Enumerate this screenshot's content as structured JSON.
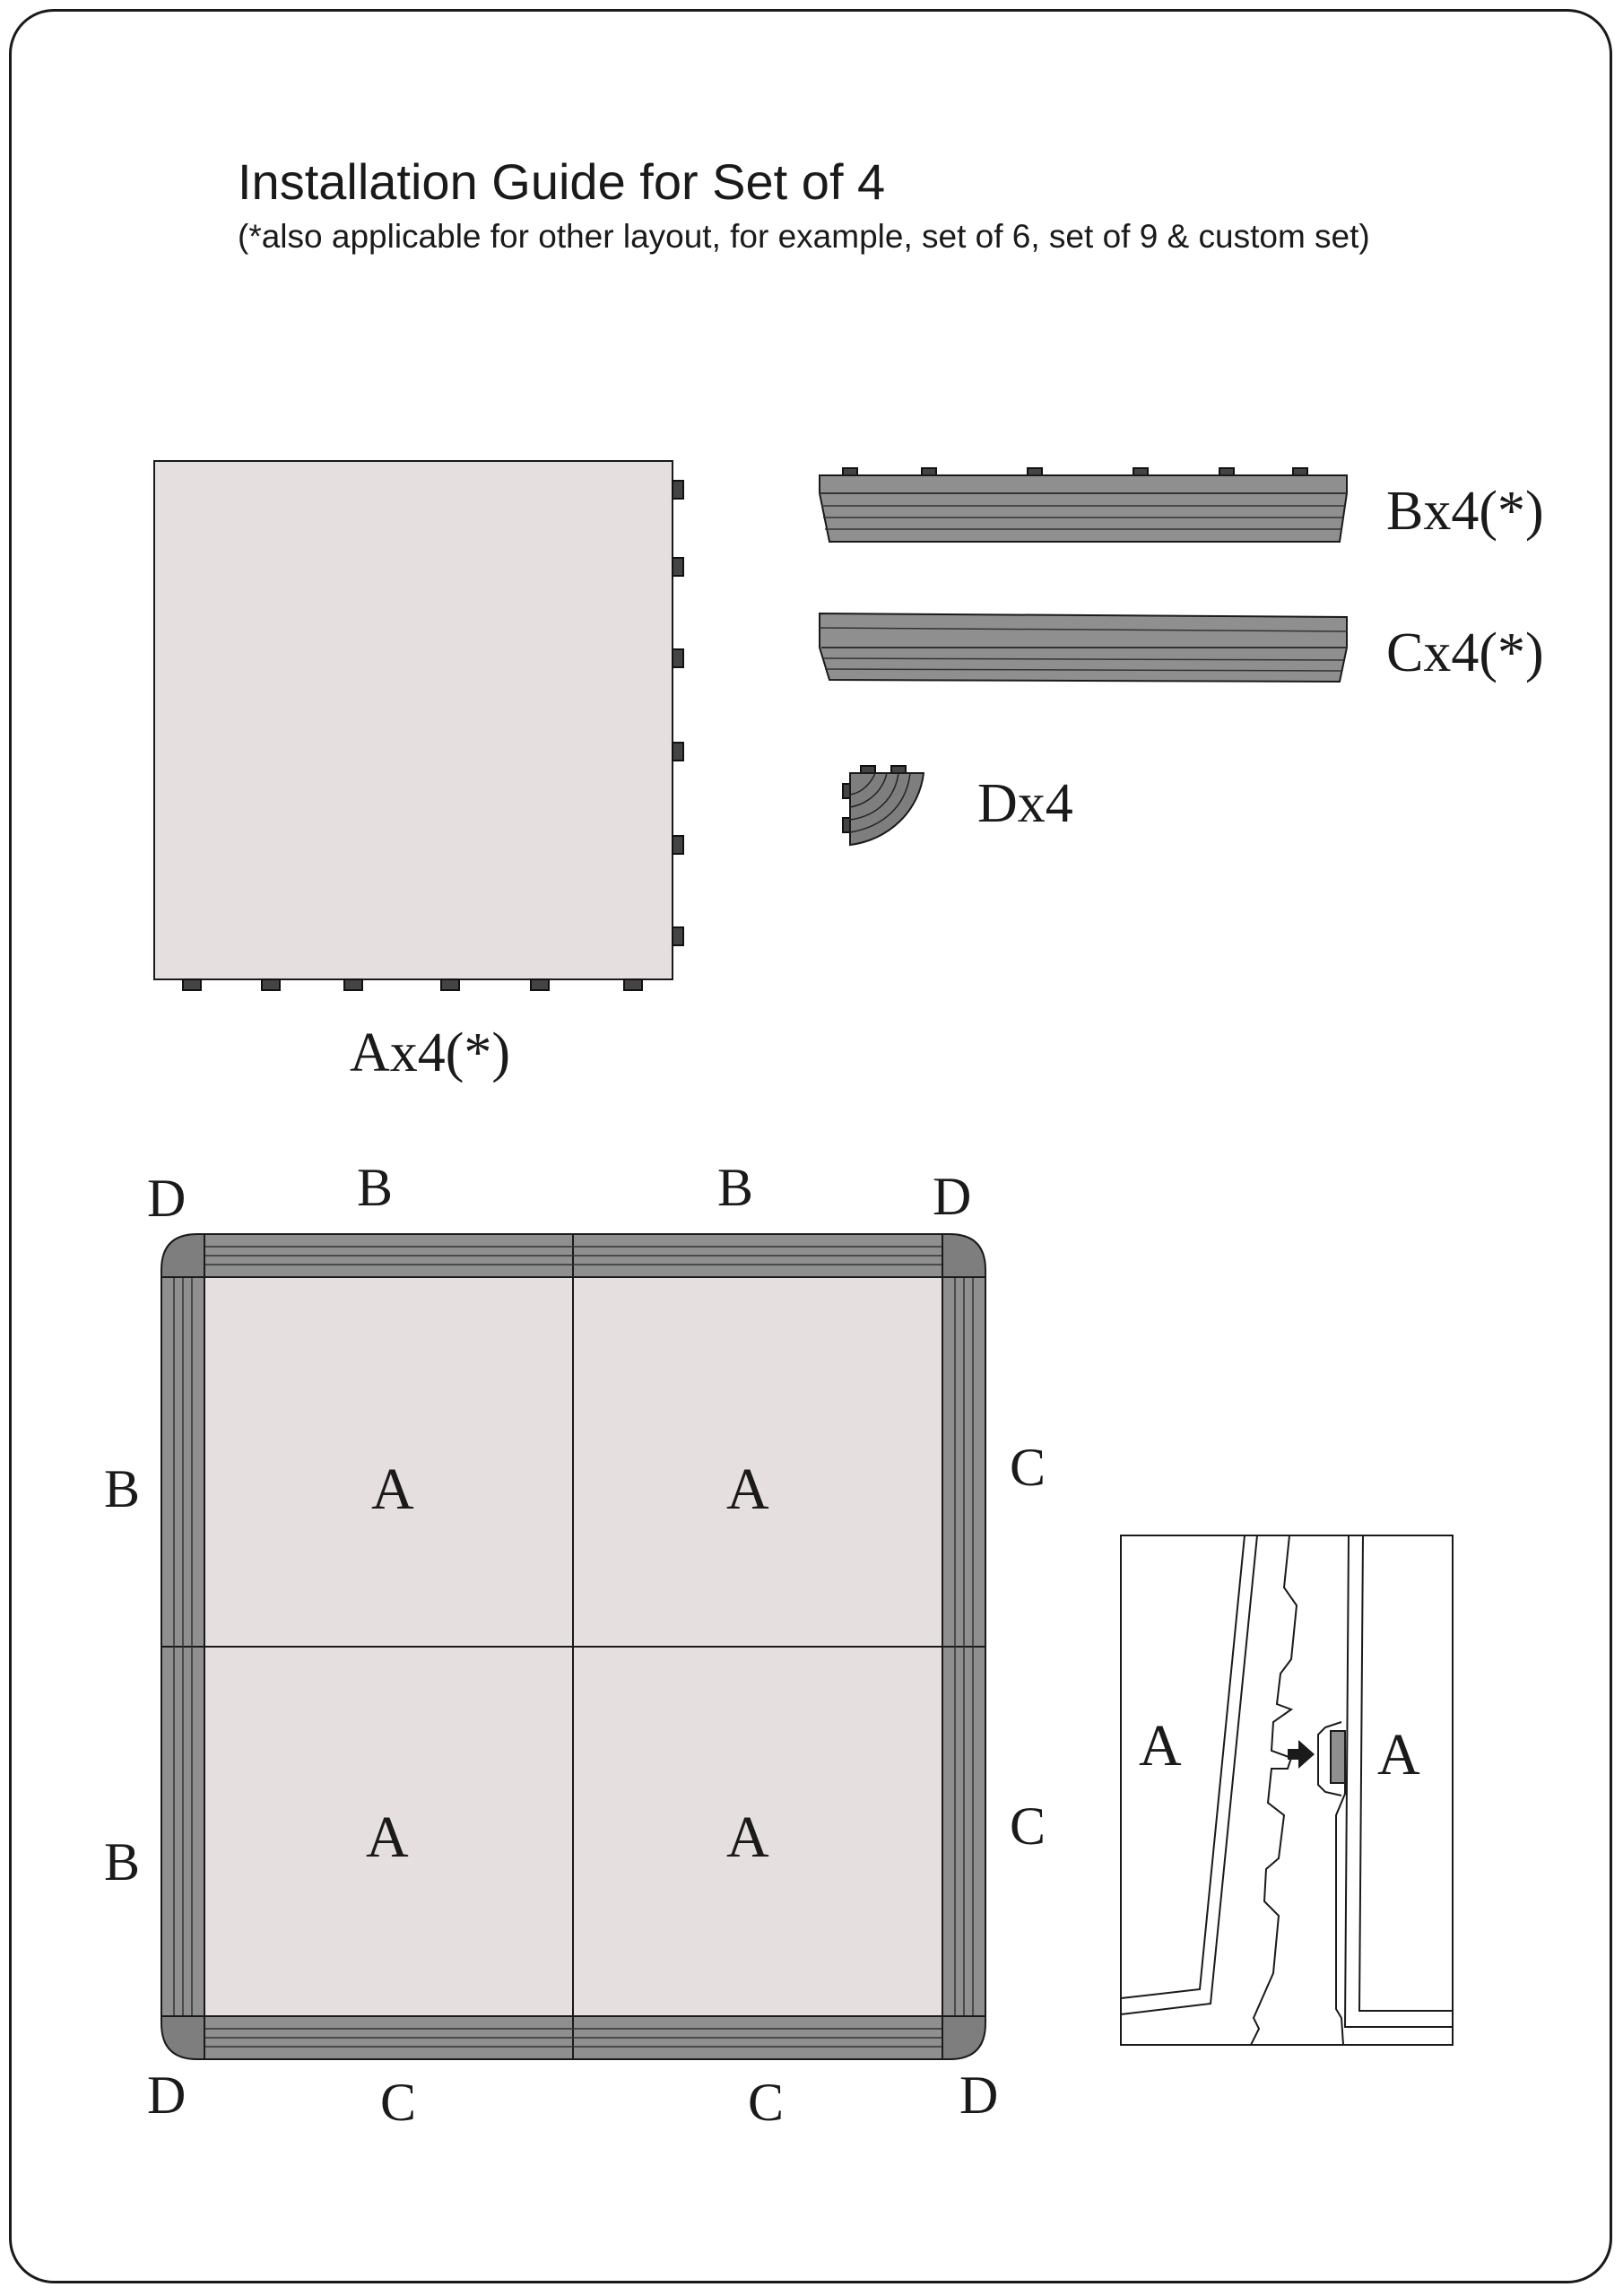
{
  "title": "Installation Guide for Set of 4",
  "subtitle": "(*also applicable for other layout, for example, set of 6, set of 9 & custom set)",
  "parts": {
    "a": "Ax4(*)",
    "b": "Bx4(*)",
    "c": "Cx4(*)",
    "d": "Dx4"
  },
  "layout_labels": {
    "corner": "D",
    "edge_b": "B",
    "edge_c": "C",
    "tile": "A"
  },
  "detail_labels": {
    "left_tile": "A",
    "right_tile": "A"
  },
  "colors": {
    "tile_fill": "#e5e0df",
    "edge_fill": "#8f8f8f",
    "corner_fill": "#7e7e7e",
    "outline": "#1a1a1a"
  }
}
